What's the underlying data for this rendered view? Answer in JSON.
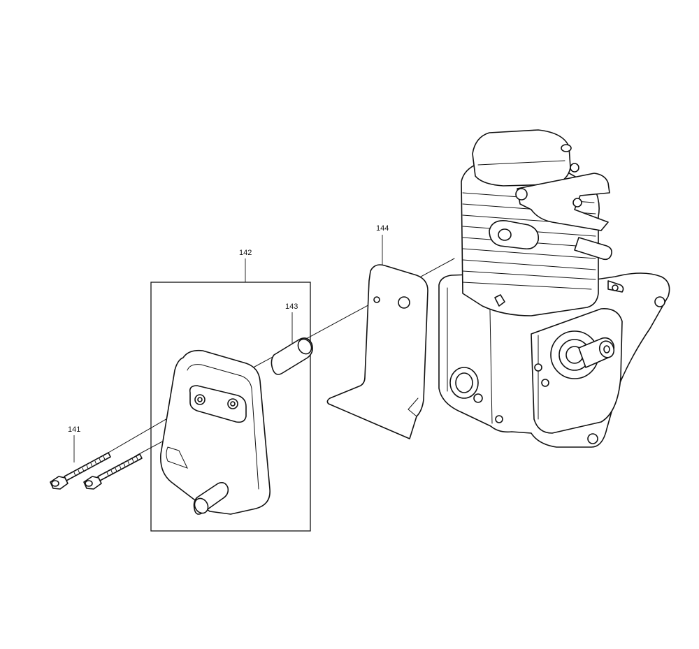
{
  "diagram": {
    "callouts": [
      {
        "id": "141",
        "label": "141"
      },
      {
        "id": "142",
        "label": "142"
      },
      {
        "id": "143",
        "label": "143"
      },
      {
        "id": "144",
        "label": "144"
      }
    ]
  }
}
